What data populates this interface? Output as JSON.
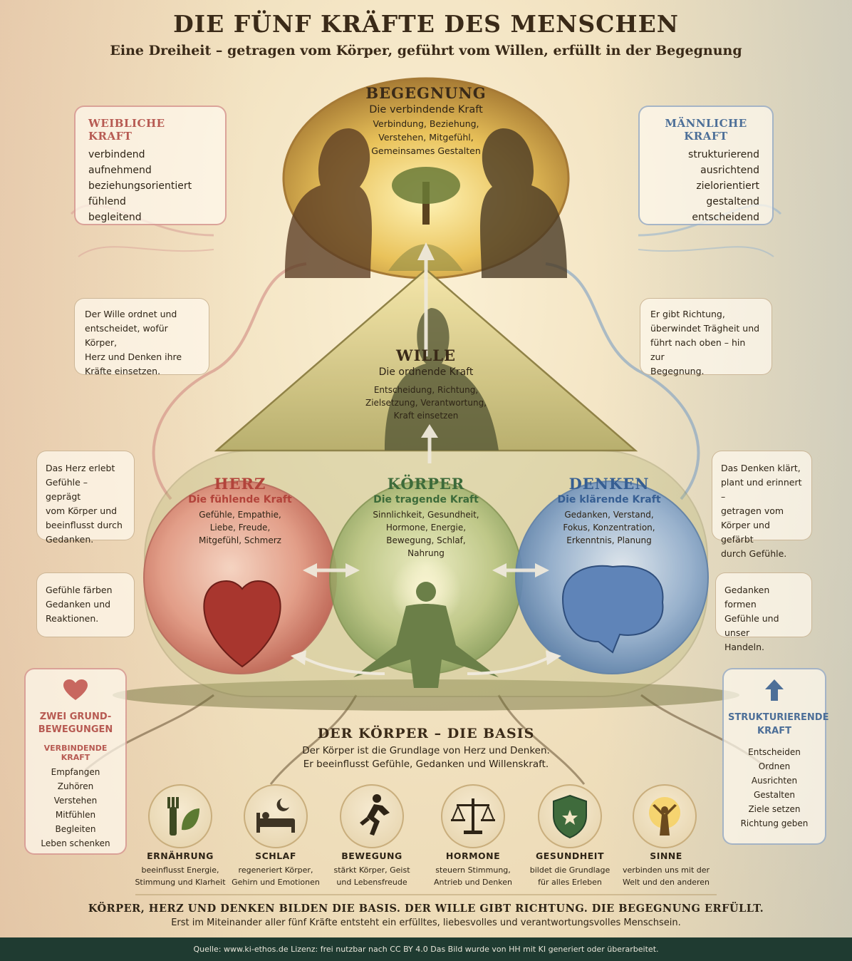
{
  "header": {
    "title": "DIE FÜNF KRÄFTE DES MENSCHEN",
    "subtitle": "Eine Dreiheit – getragen vom Körper, geführt vom Willen, erfüllt in der Begegnung"
  },
  "begegnung": {
    "title": "BEGEGNUNG",
    "subtitle": "Die verbindende Kraft",
    "lines": [
      "Verbindung, Beziehung,",
      "Verstehen, Mitgefühl,",
      "Gemeinsames Gestalten"
    ]
  },
  "weiblich": {
    "title": "WEIBLICHE KRAFT",
    "items": [
      "verbindend",
      "aufnehmend",
      "beziehungsorientiert",
      "fühlend",
      "begleitend"
    ]
  },
  "maennlich": {
    "title": "MÄNNLICHE KRAFT",
    "items": [
      "strukturierend",
      "ausrichtend",
      "zielorientiert",
      "gestaltend",
      "entscheidend"
    ]
  },
  "wille": {
    "title": "WILLE",
    "subtitle": "Die ordnende Kraft",
    "lines": [
      "Entscheidung, Richtung,",
      "Zielsetzung, Verantwortung,",
      "Kraft einsetzen"
    ]
  },
  "notes": {
    "wille_left": [
      "Der Wille ordnet und",
      "entscheidet, wofür Körper,",
      "Herz und Denken ihre",
      "Kräfte einsetzen."
    ],
    "wille_right": [
      "Er gibt Richtung,",
      "überwindet Trägheit und",
      "führt nach oben – hin zur",
      "Begegnung."
    ],
    "herz_note": [
      "Das Herz erlebt",
      "Gefühle – geprägt",
      "vom Körper und",
      "beeinflusst durch",
      "Gedanken."
    ],
    "gefuehle_note": [
      "Gefühle färben",
      "Gedanken und",
      "Reaktionen."
    ],
    "denken_note": [
      "Das Denken klärt,",
      "plant und erinnert –",
      "getragen vom",
      "Körper und gefärbt",
      "durch Gefühle."
    ],
    "gedanken_note": [
      "Gedanken formen",
      "Gefühle und unser",
      "Handeln."
    ]
  },
  "herz": {
    "title": "HERZ",
    "subtitle": "Die fühlende Kraft",
    "lines": [
      "Gefühle, Empathie,",
      "Liebe, Freude,",
      "Mitgefühl, Schmerz"
    ]
  },
  "koerper": {
    "title": "KÖRPER",
    "subtitle": "Die tragende Kraft",
    "lines": [
      "Sinnlichkeit, Gesundheit,",
      "Hormone, Energie,",
      "Bewegung, Schlaf,",
      "Nahrung"
    ]
  },
  "denken": {
    "title": "DENKEN",
    "subtitle": "Die klärende Kraft",
    "lines": [
      "Gedanken, Verstand,",
      "Fokus, Konzentration,",
      "Erkenntnis, Planung"
    ]
  },
  "grundbewegungen": {
    "title_lines": [
      "ZWEI GRUND-",
      "BEWEGUNGEN"
    ],
    "subtitle": "VERBINDENDE KRAFT",
    "items": [
      "Empfangen",
      "Zuhören",
      "Verstehen",
      "Mitfühlen",
      "Begleiten",
      "Leben schenken"
    ],
    "icon": "heart-icon"
  },
  "strukturierend": {
    "title_lines": [
      "STRUKTURIERENDE",
      "KRAFT"
    ],
    "items": [
      "Entscheiden",
      "Ordnen",
      "Ausrichten",
      "Gestalten",
      "Ziele setzen",
      "Richtung geben"
    ],
    "icon": "arrow-up-icon"
  },
  "basis": {
    "title": "DER KÖRPER – DIE BASIS",
    "lines": [
      "Der Körper ist die Grundlage von Herz und Denken.",
      "Er beeinflusst Gefühle, Gedanken und Willenskraft."
    ]
  },
  "icons": [
    {
      "icon": "fork-leaf-icon",
      "label": "ERNÄHRUNG",
      "desc": [
        "beeinflusst Energie,",
        "Stimmung und Klarheit"
      ]
    },
    {
      "icon": "bed-moon-icon",
      "label": "SCHLAF",
      "desc": [
        "regeneriert Körper,",
        "Gehirn und Emotionen"
      ]
    },
    {
      "icon": "runner-icon",
      "label": "BEWEGUNG",
      "desc": [
        "stärkt Körper, Geist",
        "und Lebensfreude"
      ]
    },
    {
      "icon": "scales-icon",
      "label": "HORMONE",
      "desc": [
        "steuern Stimmung,",
        "Antrieb und Denken"
      ]
    },
    {
      "icon": "shield-icon",
      "label": "GESUNDHEIT",
      "desc": [
        "bildet die Grundlage",
        "für alles Erleben"
      ]
    },
    {
      "icon": "sun-figure-icon",
      "label": "SINNE",
      "desc": [
        "verbinden uns mit der",
        "Welt und den anderen"
      ]
    }
  ],
  "summary": {
    "main": "KÖRPER, HERZ UND DENKEN BILDEN DIE BASIS. DER WILLE GIBT RICHTUNG. DIE BEGEGNUNG ERFÜLLT.",
    "sub": "Erst im Miteinander aller fünf Kräfte entsteht ein erfülltes, liebesvolles und verantwortungsvolles Menschsein."
  },
  "footer": {
    "text": "Quelle: www.ki-ethos.de Lizenz: frei nutzbar nach CC BY 4.0 Das Bild wurde von HH mit KI generiert oder überarbeitet."
  },
  "colors": {
    "red": "#b75a52",
    "blue": "#4d6f98",
    "green": "#3d6b3a",
    "gold": "#e9c25a",
    "footer_bg": "#1f3b31"
  }
}
